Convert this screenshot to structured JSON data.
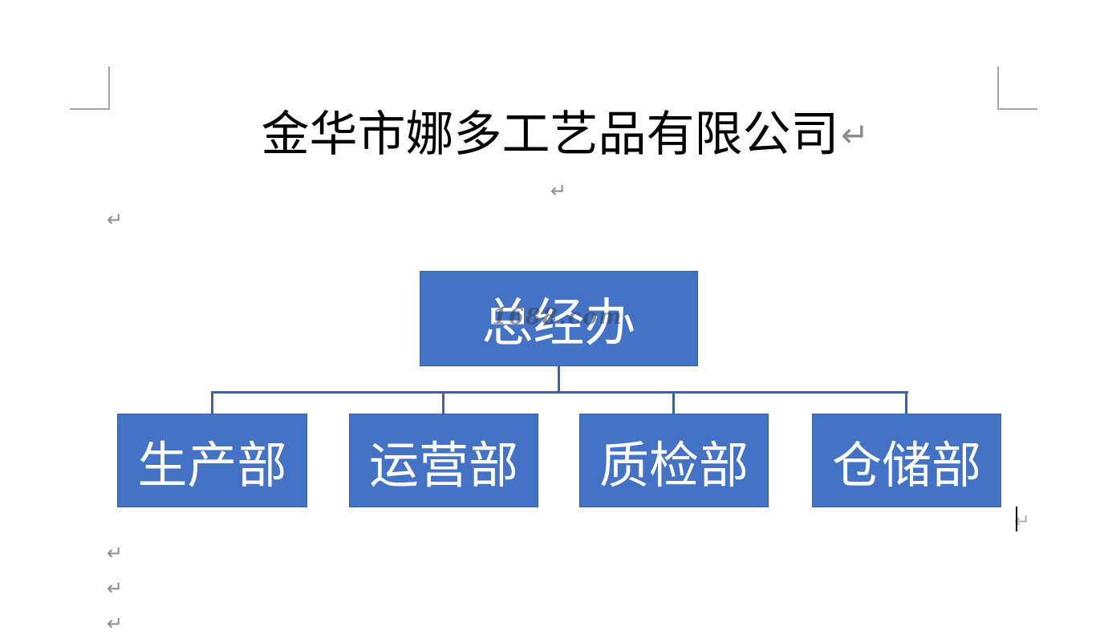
{
  "document": {
    "title": "金华市娜多工艺品有限公司",
    "watermark": "1688.com"
  },
  "org_chart": {
    "root": {
      "label": "总经办"
    },
    "departments": [
      {
        "label": "生产部"
      },
      {
        "label": "运营部"
      },
      {
        "label": "质检部"
      },
      {
        "label": "仓储部"
      }
    ]
  },
  "glyphs": {
    "paragraph_mark": "↵"
  },
  "colors": {
    "box_fill": "#4472C4",
    "box_border": "#3A5FA8",
    "connector_line": "#44619E",
    "box_text": "#FFFFFF",
    "title_text": "#000000",
    "paragraph_mark": "#8C8C8C",
    "crop_mark": "#A6A6A6",
    "caret": "#000000"
  }
}
